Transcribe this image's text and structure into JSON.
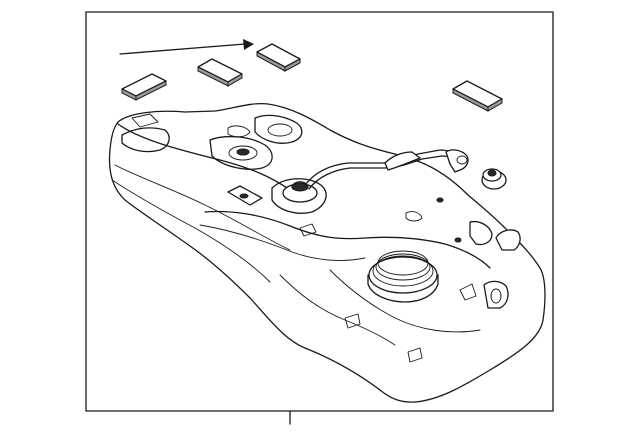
{
  "diagram": {
    "parts": [
      {
        "name": "insulator-pad"
      },
      {
        "name": "insulator-pad"
      },
      {
        "name": "insulator-pad"
      },
      {
        "name": "insulator-pad"
      },
      {
        "name": "fuel-tank"
      },
      {
        "name": "vent-hose"
      },
      {
        "name": "grommet"
      },
      {
        "name": "filler-neck"
      }
    ],
    "colors": {
      "line": "#1a1a1a",
      "background": "#ffffff",
      "shade": "#9a9a9a"
    }
  }
}
